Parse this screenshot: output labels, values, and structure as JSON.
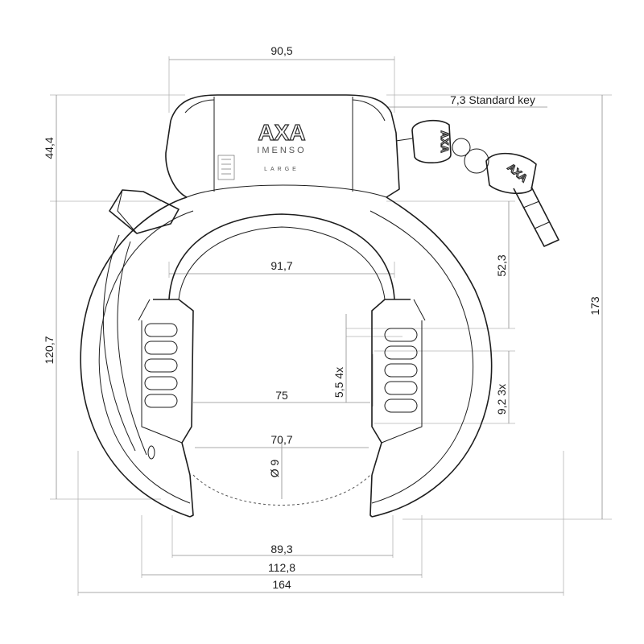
{
  "dimensions": {
    "top_width": "90,5",
    "key_label": "7,3 Standard key",
    "upper_height": "44,4",
    "total_height": "173",
    "body_height": "120,7",
    "inner_width": "91,7",
    "slot_height": "52,3",
    "slot_spacing": "5,5 4x",
    "slot_pitch": "9,2 3x",
    "shackle_width": "75",
    "opening_width": "70,7",
    "shackle_diameter": "Ø 9",
    "bottom_inner": "89,3",
    "bottom_mid": "112,8",
    "overall_width": "164"
  },
  "branding": {
    "logo": "AXA",
    "model": "IMENSO",
    "size": "LARGE",
    "key_logo": "AXA"
  }
}
